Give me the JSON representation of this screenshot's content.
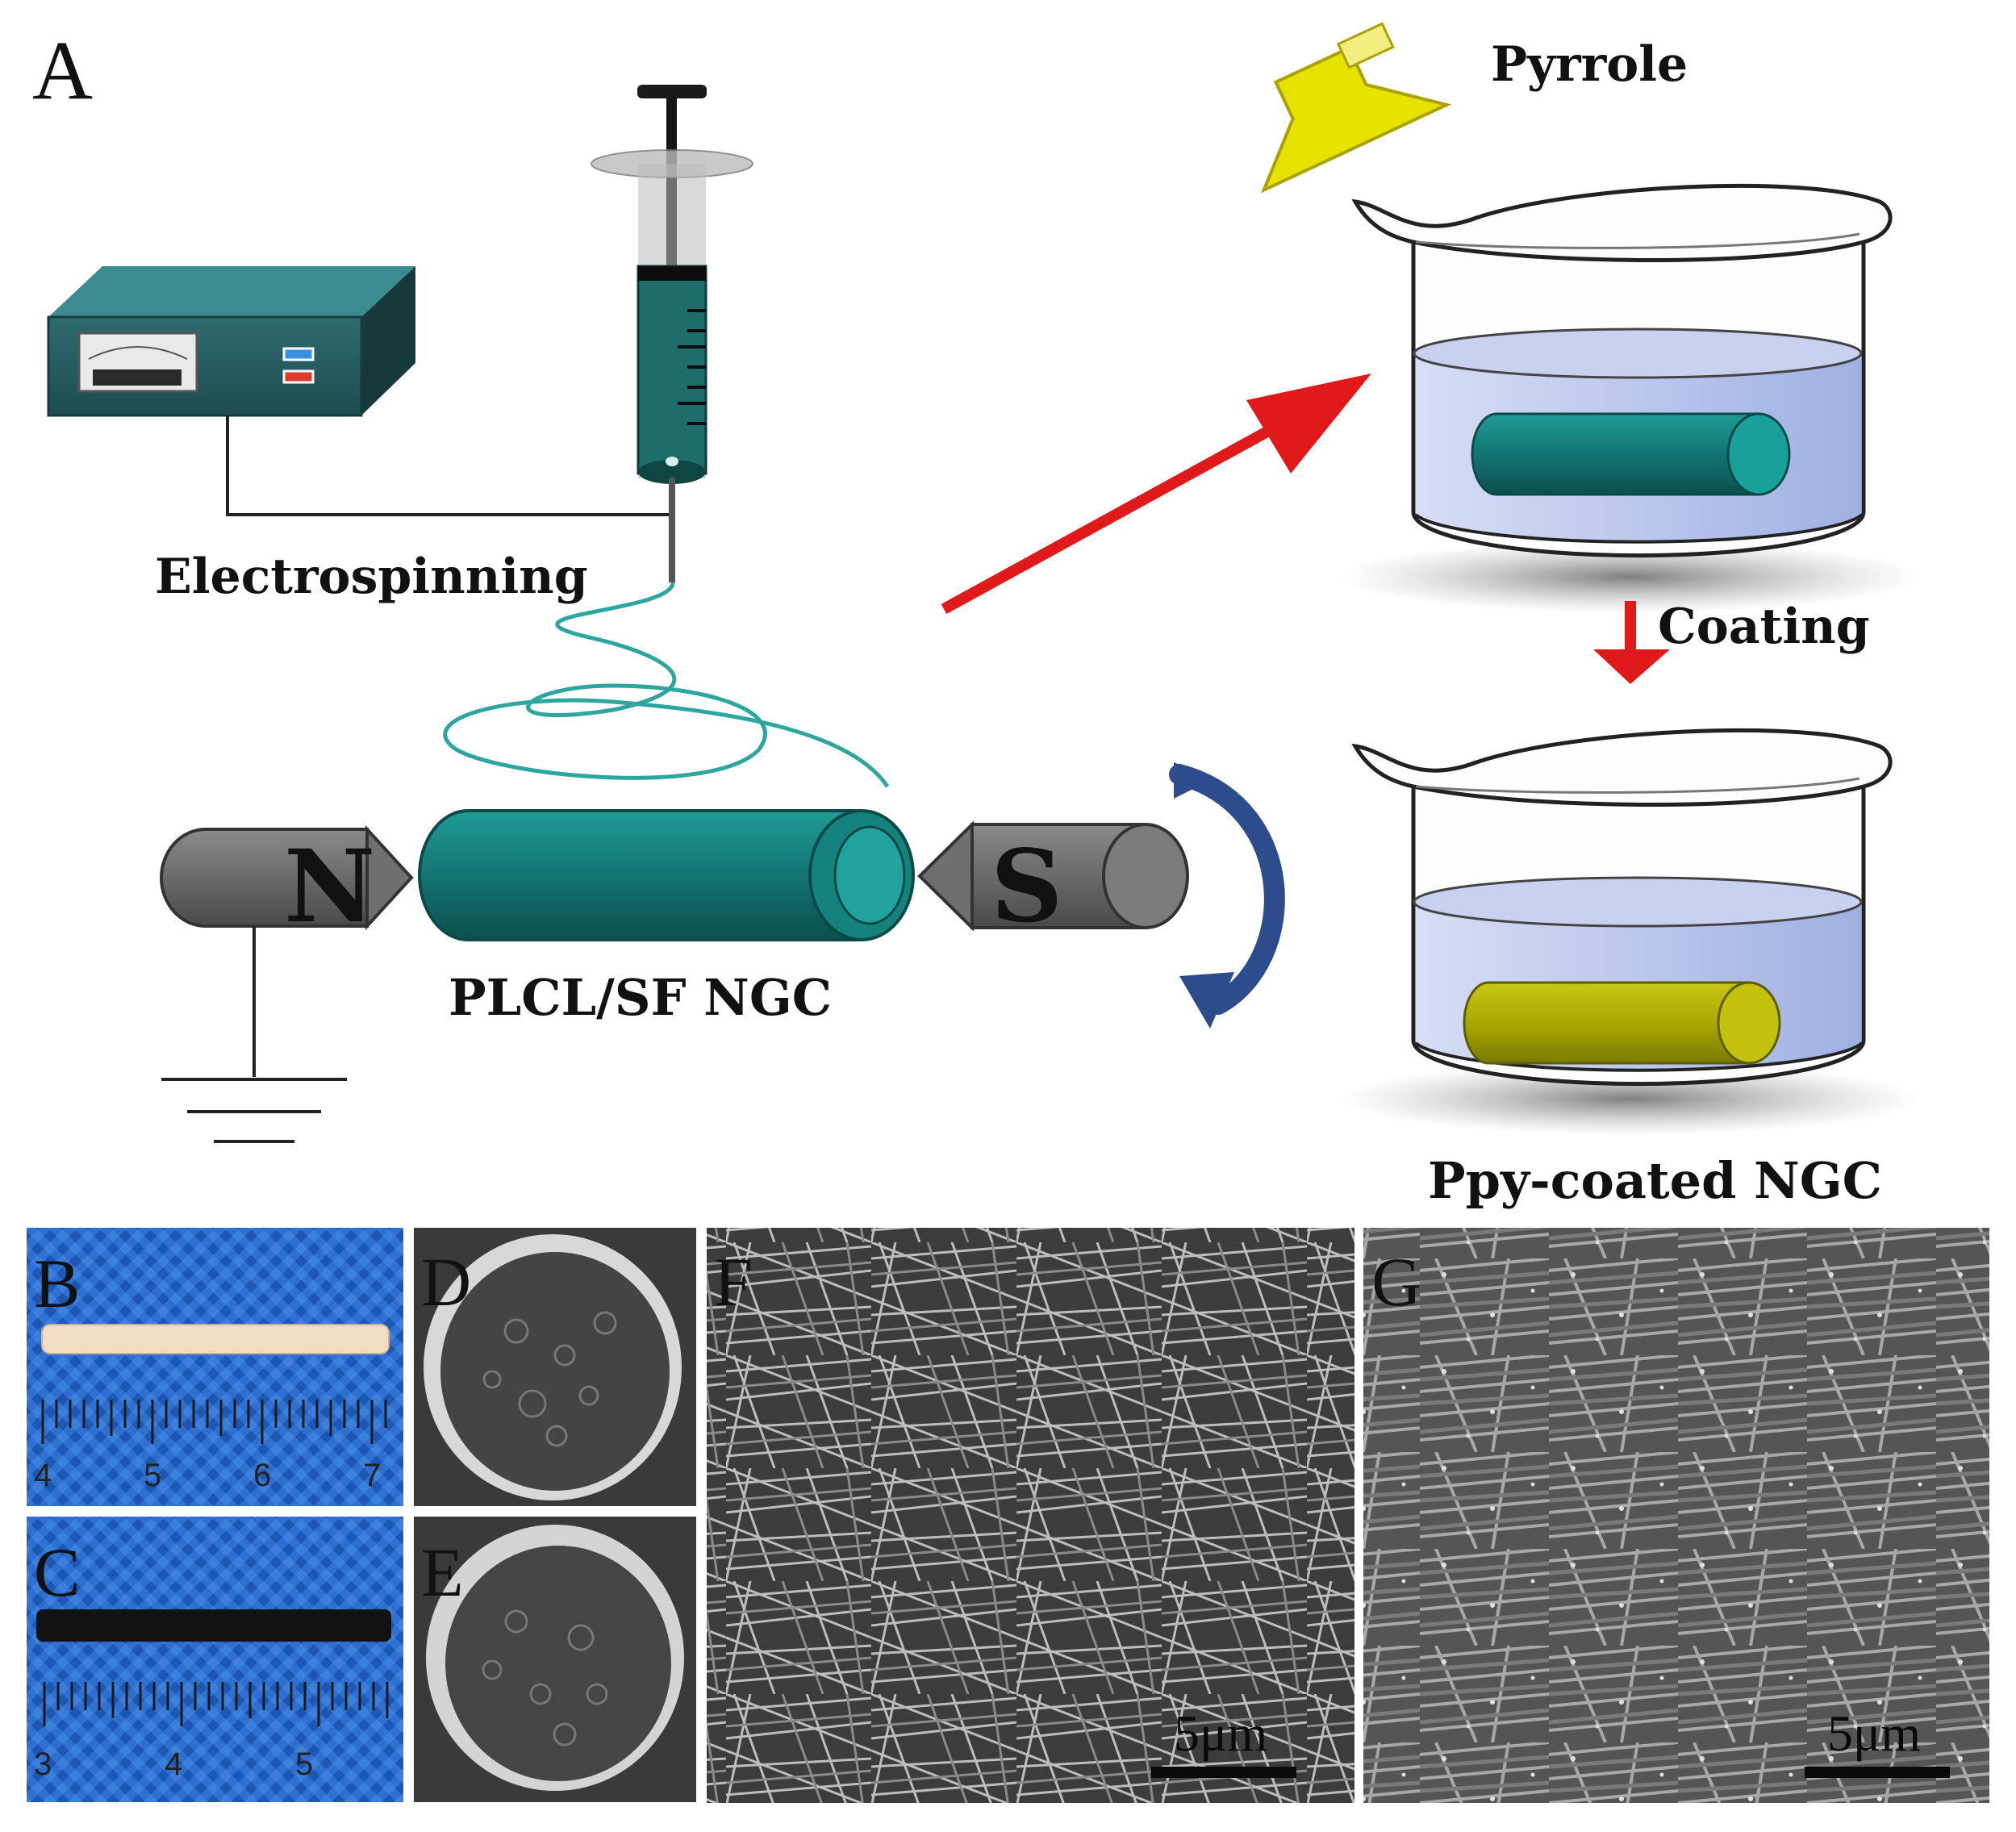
{
  "panels": {
    "A": "A",
    "B": "B",
    "C": "C",
    "D": "D",
    "E": "E",
    "F": "F",
    "G": "G"
  },
  "diagram": {
    "electrospinning": "Electrospinning",
    "pyrrole": "Pyrrole",
    "coating": "Coating",
    "plcl_sf_ngc": "PLCL/SF NGC",
    "ppy_coated_ngc": "Ppy-coated NGC",
    "magnet_n": "N",
    "magnet_s": "S"
  },
  "rulers": {
    "B_ticks": [
      "4",
      "5",
      "6",
      "7"
    ],
    "C_ticks": [
      "3",
      "4",
      "5"
    ]
  },
  "sem": {
    "F_scale": "5μm",
    "G_scale": "5μm"
  },
  "colors": {
    "conduit_teal": "#147f7c",
    "conduit_ppy": "#b5b400",
    "arrow_red": "#e01a1a",
    "rotation_blue": "#2c4c8c",
    "liquid_blue": "#b9c6ec",
    "photo_blue": "#2f6fcf"
  }
}
